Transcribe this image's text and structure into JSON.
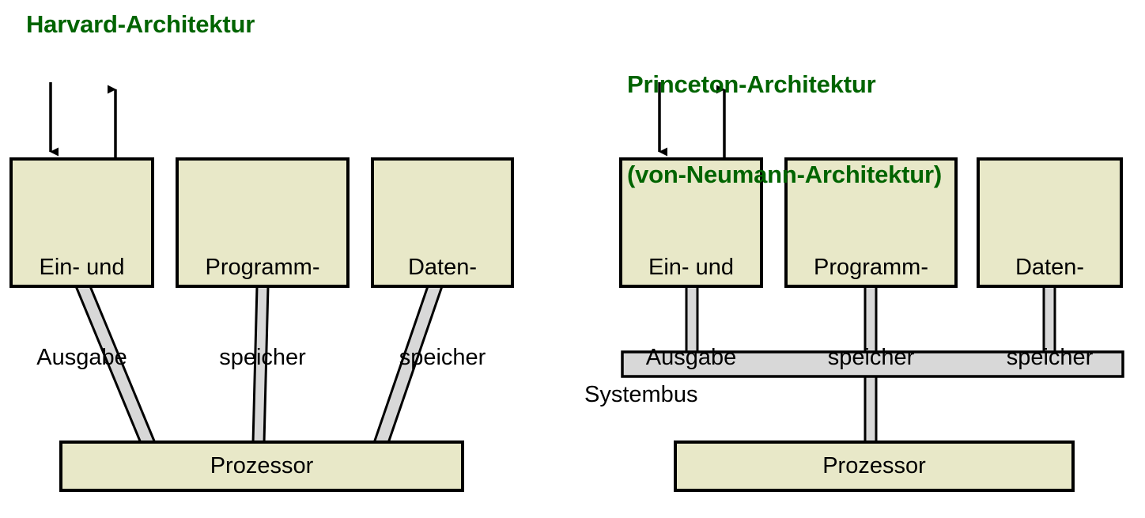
{
  "diagram": {
    "type": "block-diagram",
    "background_color": "#ffffff",
    "title_color": "#006400",
    "box_fill_color": "#E8E8C8",
    "box_stroke_color": "#000000",
    "bus_fill_color": "#D8D8D8",
    "bus_stroke_color": "#000000"
  },
  "left": {
    "title": "Harvard-Architektur",
    "arrows": {
      "input_arrow": "arrow-down",
      "output_arrow": "arrow-up"
    },
    "boxes": [
      {
        "id": "io",
        "line1": "Ein- und",
        "line2": "Ausgabe"
      },
      {
        "id": "program-memory",
        "line1": "Programm-",
        "line2": "speicher"
      },
      {
        "id": "data-memory",
        "line1": "Daten-",
        "line2": "speicher"
      }
    ],
    "processor": {
      "label": "Prozessor"
    },
    "connectors": [
      {
        "from": "io",
        "to": "processor"
      },
      {
        "from": "program-memory",
        "to": "processor"
      },
      {
        "from": "data-memory",
        "to": "processor"
      }
    ]
  },
  "right": {
    "title_line1": "Princeton-Architektur",
    "title_line2": "(von-Neumann-Architektur)",
    "arrows": {
      "input_arrow": "arrow-down",
      "output_arrow": "arrow-up"
    },
    "boxes": [
      {
        "id": "io",
        "line1": "Ein- und",
        "line2": "Ausgabe"
      },
      {
        "id": "program-memory",
        "line1": "Programm-",
        "line2": "speicher"
      },
      {
        "id": "data-memory",
        "line1": "Daten-",
        "line2": "speicher"
      }
    ],
    "bus": {
      "label": "Systembus"
    },
    "processor": {
      "label": "Prozessor"
    },
    "connectors": [
      {
        "from": "io",
        "to": "bus"
      },
      {
        "from": "program-memory",
        "to": "bus"
      },
      {
        "from": "data-memory",
        "to": "bus"
      },
      {
        "from": "bus",
        "to": "processor"
      }
    ]
  }
}
